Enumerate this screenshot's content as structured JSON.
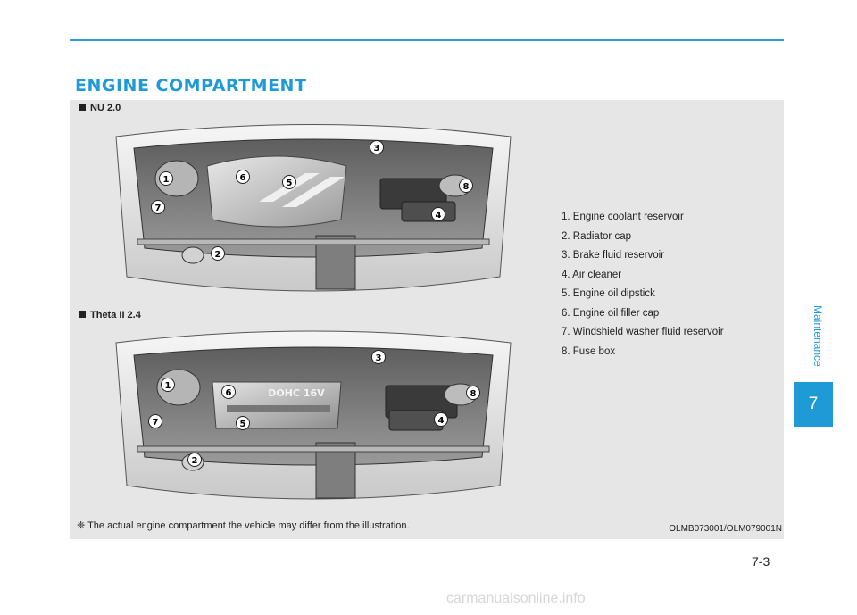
{
  "page": {
    "title": "ENGINE COMPARTMENT",
    "accent_color": "#1e9ad6",
    "page_number": "7-3",
    "chapter_label": "Maintenance",
    "chapter_number": "7",
    "watermark": "carmanualsonline.info"
  },
  "sections": {
    "nu": {
      "label": "NU 2.0"
    },
    "theta": {
      "label": "Theta II 2.4"
    }
  },
  "callouts": {
    "nu": [
      "1",
      "6",
      "5",
      "3",
      "8",
      "7",
      "4",
      "2"
    ],
    "theta": [
      "1",
      "6",
      "3",
      "8",
      "7",
      "5",
      "4",
      "2"
    ]
  },
  "theta_engine_text": "DOHC 16V",
  "legend": {
    "items": [
      "1. Engine coolant reservoir",
      "2. Radiator cap",
      "3. Brake fluid reservoir",
      "4. Air cleaner",
      "5. Engine oil dipstick",
      "6. Engine oil filler cap",
      "7. Windshield washer fluid reservoir",
      "8. Fuse box"
    ]
  },
  "footnote": "❈ The actual engine compartment the vehicle may differ from the illustration.",
  "image_code": "OLMB073001/OLM079001N"
}
